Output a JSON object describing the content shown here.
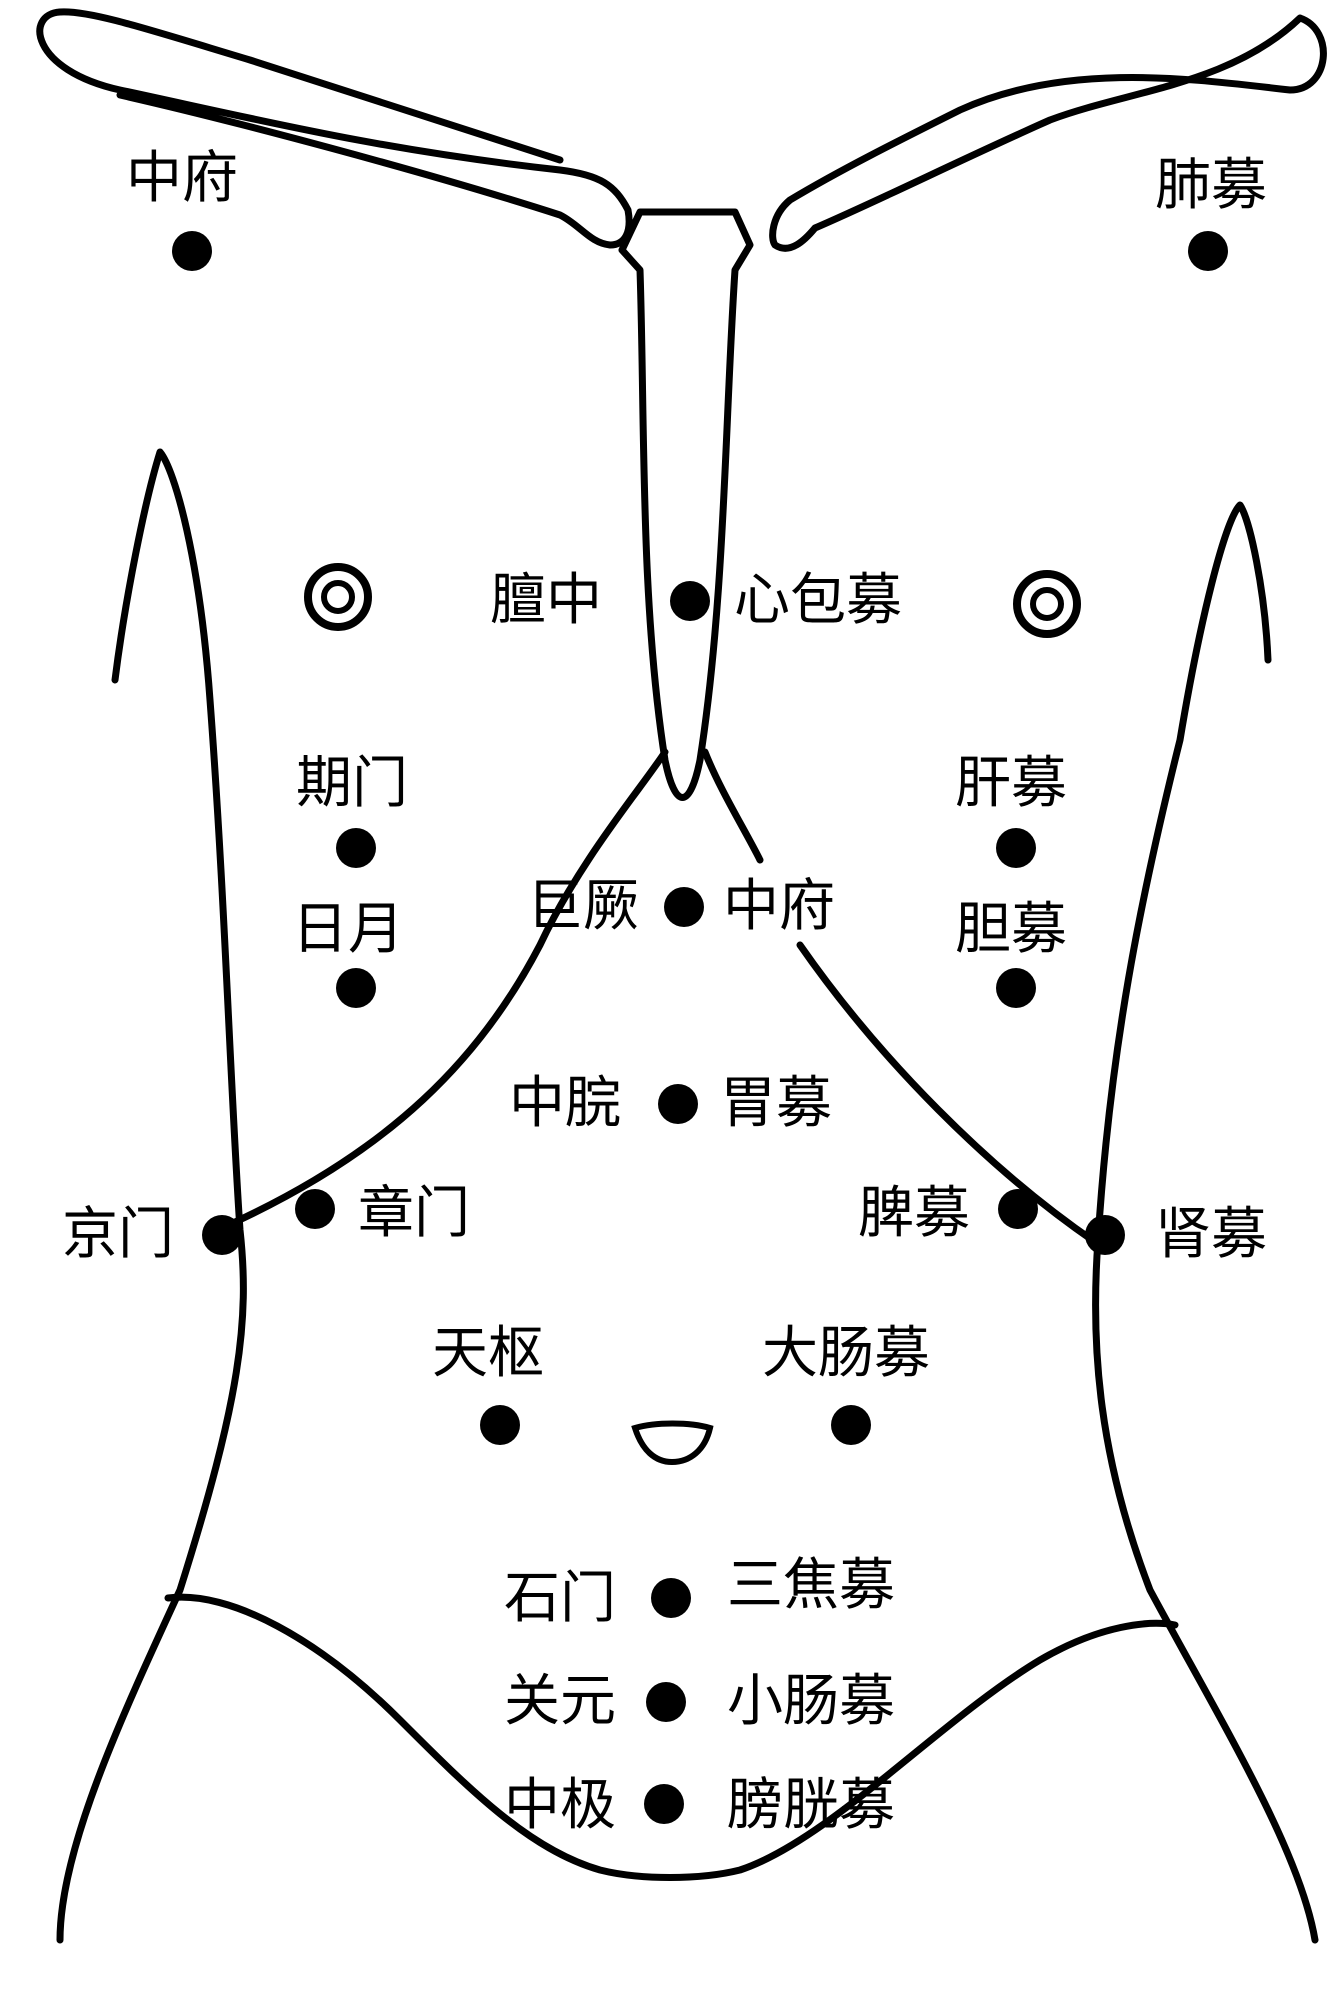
{
  "points": [
    {
      "id": "zhongfu-top",
      "label": "中府"
    },
    {
      "id": "feimu",
      "label": "肺募"
    },
    {
      "id": "danzhong",
      "label": "膻中"
    },
    {
      "id": "xinbaomu",
      "label": "心包募"
    },
    {
      "id": "qimen",
      "label": "期门"
    },
    {
      "id": "ganmu",
      "label": "肝募"
    },
    {
      "id": "riyue",
      "label": "日月"
    },
    {
      "id": "danmu",
      "label": "胆募"
    },
    {
      "id": "juque",
      "label": "巨厥"
    },
    {
      "id": "zhongfu-mid",
      "label": "中府"
    },
    {
      "id": "zhongwan",
      "label": "中脘"
    },
    {
      "id": "weimu",
      "label": "胃募"
    },
    {
      "id": "jingmen",
      "label": "京门"
    },
    {
      "id": "zhangmen",
      "label": "章门"
    },
    {
      "id": "pimu",
      "label": "脾募"
    },
    {
      "id": "shenmu",
      "label": "肾募"
    },
    {
      "id": "tianshu",
      "label": "天枢"
    },
    {
      "id": "dachangmu",
      "label": "大肠募"
    },
    {
      "id": "shimen",
      "label": "石门"
    },
    {
      "id": "sanjiaomu",
      "label": "三焦募"
    },
    {
      "id": "guanyuan",
      "label": "关元"
    },
    {
      "id": "xiaochangmu",
      "label": "小肠募"
    },
    {
      "id": "zhongji",
      "label": "中极"
    },
    {
      "id": "pangguangmu",
      "label": "膀胱募"
    }
  ]
}
